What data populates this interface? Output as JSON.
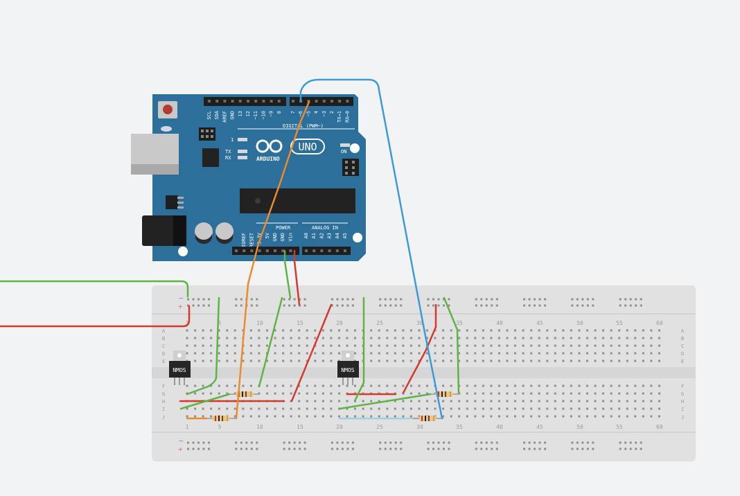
{
  "arduino": {
    "pin_labels": [
      "SCL",
      "SDA",
      "AREF",
      "GND",
      "13",
      "12",
      "~11",
      "~10",
      "~9",
      "8",
      "7",
      "~6",
      "~5",
      "4",
      "~3",
      "2",
      "TX→1",
      "RX←0"
    ],
    "digital_label": "DIGITAL (PWM~)",
    "brand": "ARDUINO",
    "model": "UNO",
    "led_1": "1",
    "led_tx": "TX",
    "led_rx": "RX",
    "led_on": "ON",
    "power_header": "POWER",
    "analog_header": "ANALOG IN",
    "power_pins": [
      "IOREF",
      "RESET",
      "3.3V",
      "5V",
      "GND",
      "GND",
      "Vin"
    ],
    "analog_pins": [
      "A0",
      "A1",
      "A2",
      "A3",
      "A4",
      "A5"
    ]
  },
  "breadboard": {
    "column_numbers": [
      "1",
      "5",
      "10",
      "15",
      "20",
      "25",
      "30",
      "35",
      "40",
      "45",
      "50",
      "55",
      "60"
    ],
    "row_letters_upper": [
      "A",
      "B",
      "C",
      "D",
      "E"
    ],
    "row_letters_lower": [
      "F",
      "G",
      "H",
      "I",
      "J"
    ],
    "rail_minus": "−",
    "rail_plus": "+"
  },
  "components": {
    "nmos_1": "NMOS",
    "nmos_2": "NMOS"
  },
  "colors": {
    "board_blue": "#2c6f9a",
    "wire_green": "#5cb443",
    "wire_red": "#d33a2c",
    "wire_orange": "#ee8a2e",
    "wire_blue": "#3c9bd6",
    "wire_lightblue": "#9fd0e6"
  }
}
